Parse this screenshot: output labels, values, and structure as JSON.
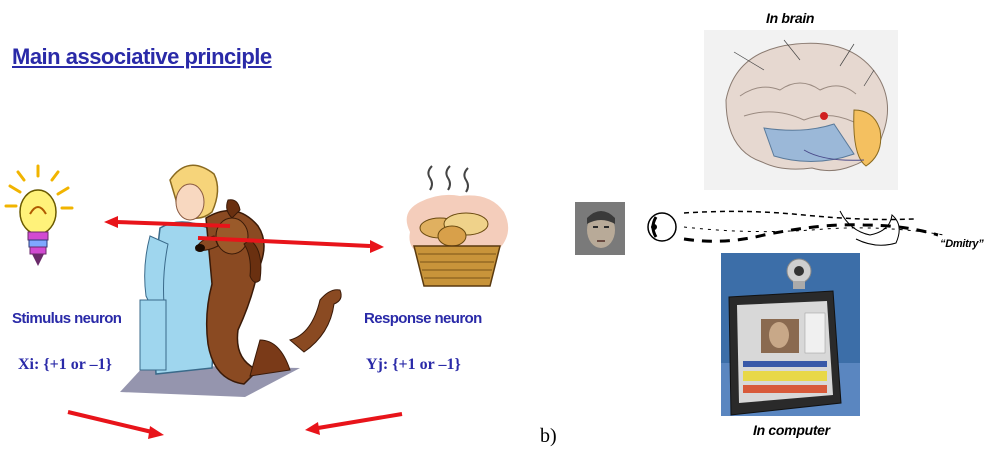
{
  "left_panel": {
    "title": "Main associative principle",
    "stimulus_label": "Stimulus neuron",
    "response_label": "Response neuron",
    "stimulus_formula": "Xi: {+1 or –1}",
    "response_formula": "Yj: {+1 or –1}"
  },
  "right_panel": {
    "top_caption": "In brain",
    "bottom_caption": "In computer",
    "name_label": "“Dmitry”",
    "panel_letter": "b)"
  },
  "colors": {
    "title_blue": "#2a2aa8",
    "arrow_red": "#e8141a",
    "dog_brown": "#8a4a22",
    "dress_blue": "#9fd6ee"
  },
  "icons": [
    "lightbulb-icon",
    "bread-basket-icon",
    "eye-icon",
    "webcam-icon"
  ]
}
